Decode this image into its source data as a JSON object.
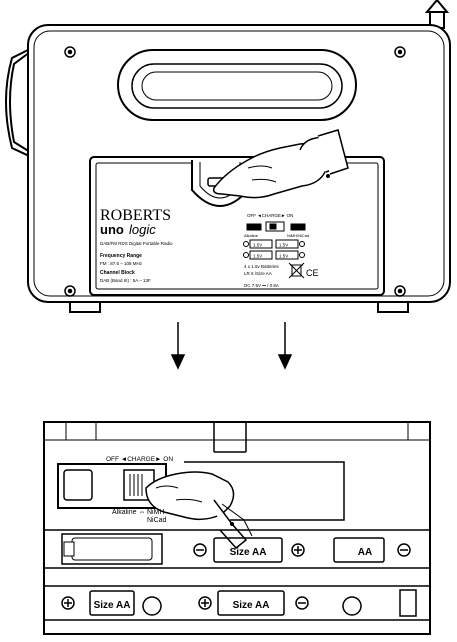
{
  "label": {
    "brand": "ROBERTS",
    "product_prefix": "uno",
    "product_suffix": "logic",
    "model_desc": "DAB/FM RDS Digital Portable Radio",
    "freq_title": "Frequency Range",
    "freq_value": "FM : 87.5 – 108 MHz",
    "channel_title": "Channel Block",
    "channel_value": "DAB (Band III) : 5A – 13F",
    "switch_heading": "OFF ◄CHARGE► ON",
    "alkaline": "Alkaline",
    "nimh": "NiMH/NiCad",
    "cell_voltage": "1.5V",
    "batteries_line1": "4 x 1.5v  Batteries",
    "batteries_line2": "LR 6 /Size AA",
    "dc_rating": "DC 7.5V ⎓ / 0.8A",
    "ce_mark": "CE"
  },
  "detail": {
    "switch_heading": "OFF ◄CHARGE► ON",
    "alkaline": "Alkaline ⇔",
    "nimh_line1": "NiMH",
    "nimh_line2": "NiCad",
    "size_label": "Size AA",
    "aa_label": "AA"
  }
}
